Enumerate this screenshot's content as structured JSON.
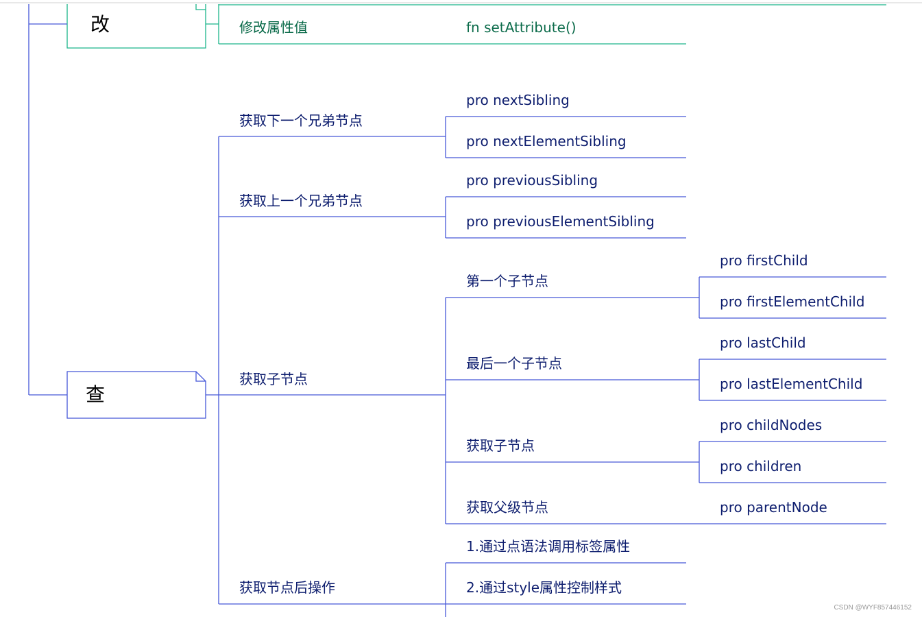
{
  "colors": {
    "branch_blue": "#4658d8",
    "branch_green": "#1bb58a",
    "text_blue": "#0d1d6e",
    "text_green": "#0b6b4a"
  },
  "nodes": {
    "gai": {
      "title": "改",
      "modify_attr": {
        "label": "修改属性值",
        "method": "fn setAttribute()"
      }
    },
    "cha": {
      "title": "查",
      "next_sibling": {
        "label": "获取下一个兄弟节点",
        "items": [
          "pro nextSibling",
          "pro nextElementSibling"
        ]
      },
      "prev_sibling": {
        "label": "获取上一个兄弟节点",
        "items": [
          "pro previousSibling",
          "pro previousElementSibling"
        ]
      },
      "children": {
        "label": "获取子节点",
        "first": {
          "label": "第一个子节点",
          "items": [
            "pro firstChild",
            "pro firstElementChild"
          ]
        },
        "last": {
          "label": "最后一个子节点",
          "items": [
            "pro lastChild",
            "pro lastElementChild"
          ]
        },
        "all": {
          "label": "获取子节点",
          "items": [
            "pro childNodes",
            "pro children"
          ]
        },
        "parent": {
          "label": "获取父级节点",
          "items": [
            "pro parentNode"
          ]
        }
      },
      "after_get": {
        "label": "获取节点后操作",
        "items": [
          "1.通过点语法调用标签属性",
          "2.通过style属性控制样式"
        ]
      }
    }
  },
  "watermark": "CSDN @WYF857446152"
}
